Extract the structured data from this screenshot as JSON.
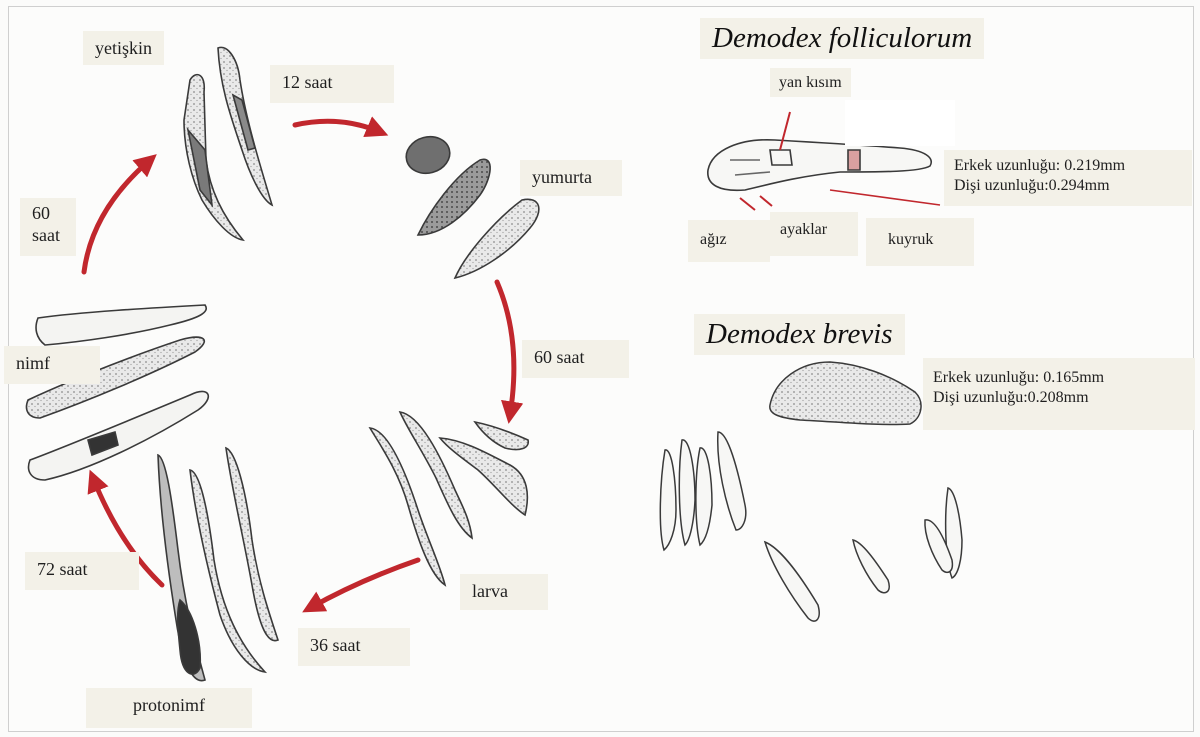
{
  "colors": {
    "arrow": "#c1272d",
    "label_bg": "#f3f1e8",
    "ink": "#3a3a3a"
  },
  "life_cycle": {
    "stages": {
      "yetiskin": "yetişkin",
      "yumurta": "yumurta",
      "larva": "larva",
      "protonimf": "protonimf",
      "nimf": "nimf"
    },
    "durations": {
      "d12": "12 saat",
      "d60_right": "60 saat",
      "d36": "36 saat",
      "d72": "72 saat",
      "d60_left_line1": "60",
      "d60_left_line2": "saat"
    }
  },
  "folliculorum": {
    "title": "Demodex folliculorum",
    "parts": {
      "yan_kisim": "yan kısım",
      "agiz": "ağız",
      "ayaklar": "ayaklar",
      "kuyruk": "kuyruk"
    },
    "male_length": "Erkek uzunluğu: 0.219mm",
    "female_length": "Dişi uzunluğu:0.294mm"
  },
  "brevis": {
    "title": "Demodex brevis",
    "male_length": "Erkek uzunluğu: 0.165mm",
    "female_length": "Dişi uzunluğu:0.208mm"
  }
}
